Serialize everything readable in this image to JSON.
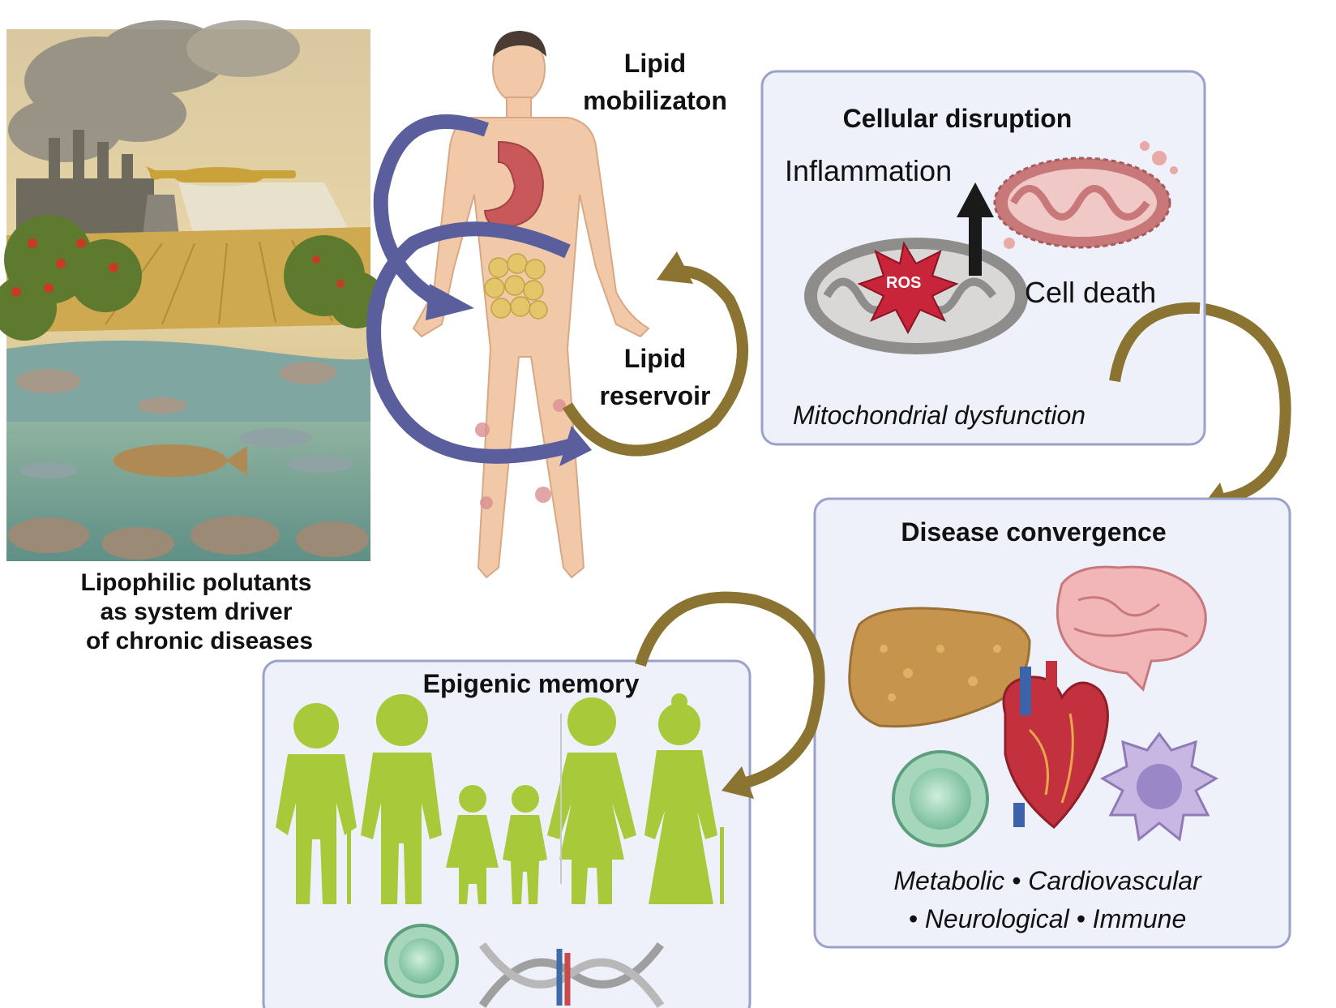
{
  "figure": {
    "left_caption": [
      "Lipophilic polutants",
      "as system driver",
      "of chronic diseases"
    ],
    "body_labels": {
      "lipid_mobilization": [
        "Lipid",
        "mobilizaton"
      ],
      "lipid_reservoir": [
        "Lipid",
        "reservoir"
      ]
    },
    "cellular_box": {
      "title": "Cellular disruption",
      "inflammation": "Inflammation",
      "ros": "ROS",
      "cell_death": "Cell death",
      "mitochondrial": "Mitochondrial dysfunction"
    },
    "disease_box": {
      "title": "Disease convergence",
      "line1": "Metabolic • Cardiovascular",
      "line2": "• Neurological • Immune"
    },
    "epigenic_box": {
      "title": "Epigenic memory"
    }
  },
  "colors": {
    "box_fill": "#eef0fa",
    "box_border": "#9aa2cc",
    "blue_arrow": "#5a5e9c",
    "gold_arrow": "#8b7431",
    "people_green": "#a8c93a",
    "ros_red": "#c8243a"
  },
  "icons": [
    "polluted-landscape-illustration",
    "human-figure-icon",
    "mitochondrion-icon",
    "damaged-mitochondrion-icon",
    "liver-icon",
    "brain-icon",
    "heart-icon",
    "immune-cell-icon",
    "macrophage-icon",
    "family-silhouette-icon",
    "dna-icon"
  ]
}
